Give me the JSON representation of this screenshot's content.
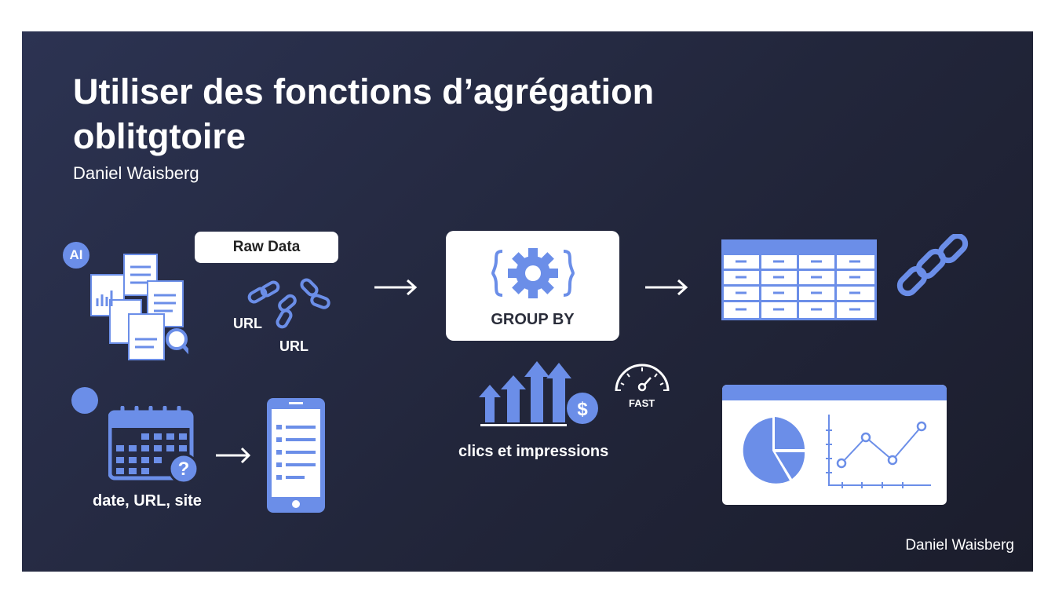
{
  "title": "Utiliser des fonctions d’agrégation oblitgtoire",
  "author": "Daniel Waisberg",
  "footer_author": "Daniel Waisberg",
  "accent": "#6b8ee8",
  "badge_ai": "AI",
  "raw_data_label": "Raw Data",
  "url_labels": [
    "URL",
    "URL"
  ],
  "group_by_label": "GROUP BY",
  "calendar_caption": "date, URL, site",
  "growth_caption": "clics et impressions",
  "speed_label": "FAST",
  "icons": [
    "documents-icon",
    "magnifier-icon",
    "chain-link-icon",
    "gear-braces-icon",
    "arrow-right-icon",
    "table-icon",
    "calendar-icon",
    "question-icon",
    "phone-list-icon",
    "growth-arrows-icon",
    "dollar-icon",
    "speedometer-icon",
    "dashboard-chart-icon"
  ]
}
